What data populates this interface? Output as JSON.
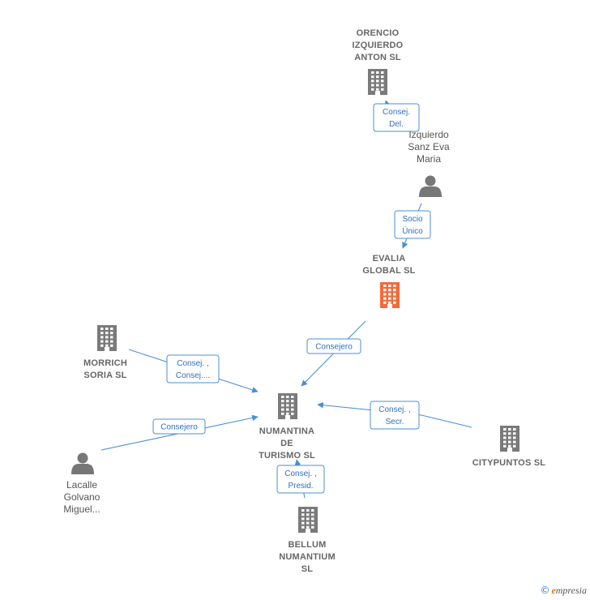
{
  "nodes": [
    {
      "id": "orencio",
      "type": "company",
      "lines": [
        "ORENCIO",
        "IZQUIERDO",
        "ANTON SL"
      ],
      "highlight": false
    },
    {
      "id": "izquierdo",
      "type": "person",
      "lines": [
        "Izquierdo",
        "Sanz Eva",
        "Maria"
      ]
    },
    {
      "id": "evalia",
      "type": "company",
      "lines": [
        "EVALIA",
        "GLOBAL  SL"
      ],
      "highlight": true
    },
    {
      "id": "morrich",
      "type": "company",
      "lines": [
        "MORRICH",
        "SORIA  SL"
      ],
      "highlight": false
    },
    {
      "id": "numantina",
      "type": "company",
      "lines": [
        "NUMANTINA",
        "DE",
        "TURISMO  SL"
      ],
      "highlight": false
    },
    {
      "id": "citypuntos",
      "type": "company",
      "lines": [
        "CITYPUNTOS SL"
      ],
      "highlight": false
    },
    {
      "id": "lacalle",
      "type": "person",
      "lines": [
        "Lacalle",
        "Golvano",
        "Miguel..."
      ]
    },
    {
      "id": "bellum",
      "type": "company",
      "lines": [
        "BELLUM",
        "NUMANTIUM",
        "SL"
      ],
      "highlight": false
    }
  ],
  "edges": [
    {
      "id": "izq-orencio",
      "lines": [
        "Consej.",
        "Del."
      ]
    },
    {
      "id": "izq-evalia",
      "lines": [
        "Socio",
        "Único"
      ]
    },
    {
      "id": "evalia-numantina",
      "lines": [
        "Consejero"
      ]
    },
    {
      "id": "morrich-numantina",
      "lines": [
        "Consej. ,",
        "Consej...."
      ]
    },
    {
      "id": "lacalle-numantina",
      "lines": [
        "Consejero"
      ]
    },
    {
      "id": "citypuntos-numantina",
      "lines": [
        "Consej. ,",
        "Secr."
      ]
    },
    {
      "id": "bellum-numantina",
      "lines": [
        "Consej. ,",
        "Presid."
      ]
    }
  ],
  "colors": {
    "company": "#7a7a7a",
    "highlight": "#f26a3c",
    "person": "#777777",
    "edge": "#4a8fd6"
  },
  "watermark": {
    "symbol": "©",
    "brand_initial": "e",
    "brand_rest": "mpresia"
  }
}
